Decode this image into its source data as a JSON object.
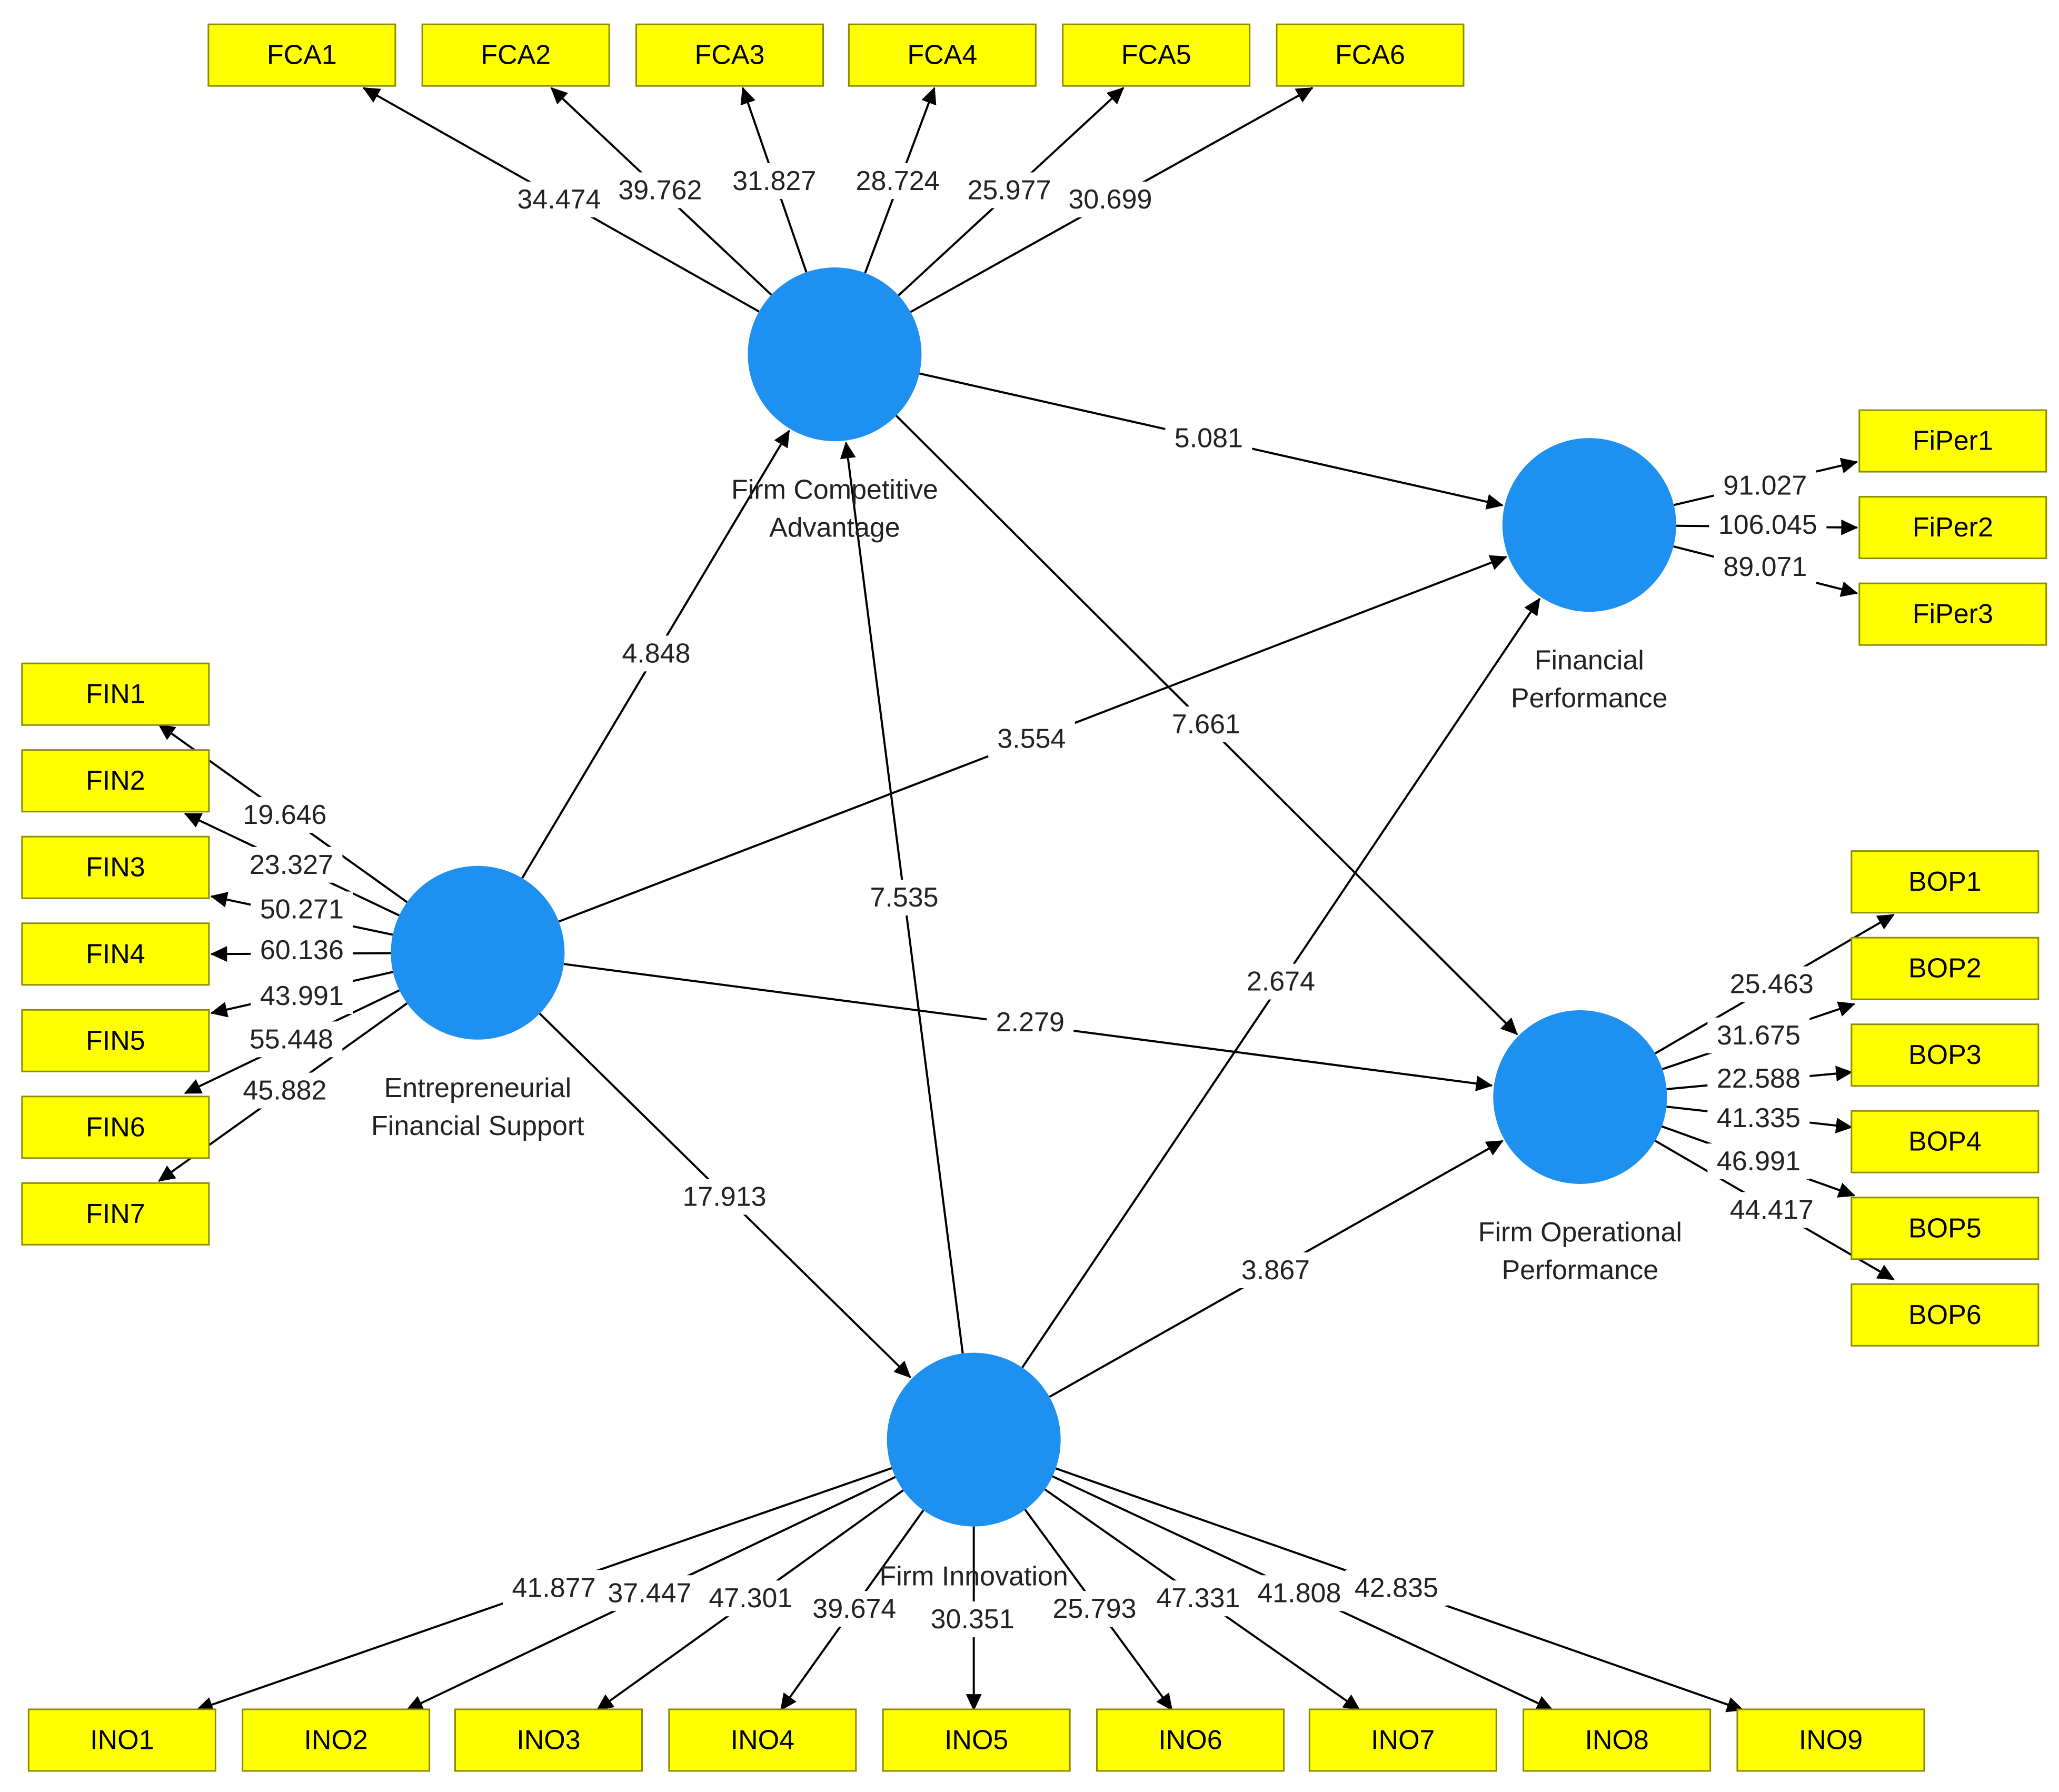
{
  "colors": {
    "construct_fill": "#1e90f0",
    "indicator_fill": "#ffff00",
    "arrow": "#000000"
  },
  "constructs": {
    "FCA": {
      "label": [
        "Firm Competitive",
        "Advantage"
      ]
    },
    "EFS": {
      "label": [
        "Entrepreneurial",
        "Financial Support"
      ]
    },
    "FI": {
      "label": [
        "Firm Innovation"
      ]
    },
    "FP": {
      "label": [
        "Financial",
        "Performance"
      ]
    },
    "FOP": {
      "label": [
        "Firm Operational",
        "Performance"
      ]
    }
  },
  "indicators": {
    "FCA": [
      "FCA1",
      "FCA2",
      "FCA3",
      "FCA4",
      "FCA5",
      "FCA6"
    ],
    "EFS": [
      "FIN1",
      "FIN2",
      "FIN3",
      "FIN4",
      "FIN5",
      "FIN6",
      "FIN7"
    ],
    "FP": [
      "FiPer1",
      "FiPer2",
      "FiPer3"
    ],
    "FOP": [
      "BOP1",
      "BOP2",
      "BOP3",
      "BOP4",
      "BOP5",
      "BOP6"
    ],
    "FI": [
      "INO1",
      "INO2",
      "INO3",
      "INO4",
      "INO5",
      "INO6",
      "INO7",
      "INO8",
      "INO9"
    ]
  },
  "loadings": {
    "FCA": [
      "34.474",
      "39.762",
      "31.827",
      "28.724",
      "25.977",
      "30.699"
    ],
    "EFS": [
      "19.646",
      "23.327",
      "50.271",
      "60.136",
      "43.991",
      "55.448",
      "45.882"
    ],
    "FP": [
      "91.027",
      "106.045",
      "89.071"
    ],
    "FOP": [
      "25.463",
      "31.675",
      "22.588",
      "41.335",
      "46.991",
      "44.417"
    ],
    "FI": [
      "41.877",
      "37.447",
      "47.301",
      "39.674",
      "30.351",
      "25.793",
      "47.331",
      "41.808",
      "42.835"
    ]
  },
  "paths": [
    {
      "from": "FCA",
      "to": "FP",
      "value": "5.081"
    },
    {
      "from": "FCA",
      "to": "FOP",
      "value": "7.661"
    },
    {
      "from": "EFS",
      "to": "FCA",
      "value": "4.848"
    },
    {
      "from": "EFS",
      "to": "FP",
      "value": "3.554"
    },
    {
      "from": "EFS",
      "to": "FOP",
      "value": "2.279"
    },
    {
      "from": "EFS",
      "to": "FI",
      "value": "17.913"
    },
    {
      "from": "FI",
      "to": "FCA",
      "value": "7.535"
    },
    {
      "from": "FI",
      "to": "FP",
      "value": "2.674"
    },
    {
      "from": "FI",
      "to": "FOP",
      "value": "3.867"
    }
  ]
}
